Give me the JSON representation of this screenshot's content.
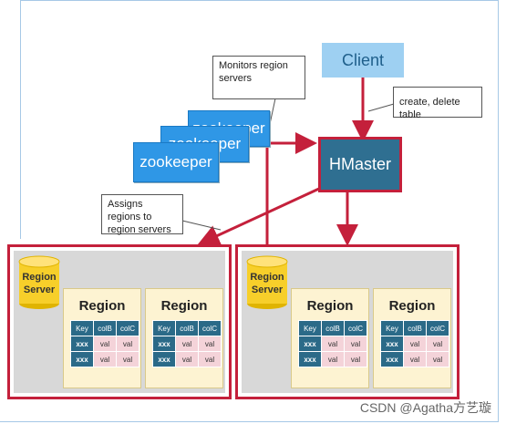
{
  "client": "Client",
  "hmaster": "HMaster",
  "zookeeper": [
    "zookeeper",
    "zookeeper",
    "zookeeper"
  ],
  "callouts": {
    "monitors": "Monitors region servers",
    "create": "create, delete table",
    "assigns": "Assigns regions to region servers"
  },
  "region_server_label": "Region Server",
  "region_title": "Region",
  "table_header": [
    "Key",
    "colB",
    "colC"
  ],
  "table_rows": [
    [
      "xxx",
      "val",
      "val"
    ],
    [
      "xxx",
      "val",
      "val"
    ]
  ],
  "watermark": "CSDN @Agatha方艺璇",
  "colors": {
    "arrow": "#c4203b",
    "hmaster": "#2f6f91",
    "zookeeper": "#2f97e6",
    "client": "#9ed0f2"
  }
}
